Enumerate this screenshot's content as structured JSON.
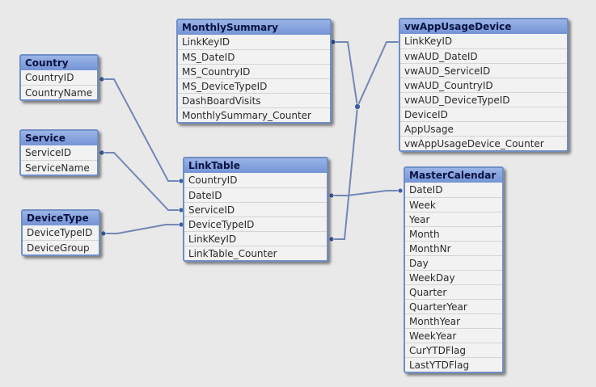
{
  "tables": {
    "country": {
      "title": "Country",
      "fields": [
        "CountryID",
        "CountryName"
      ]
    },
    "service": {
      "title": "Service",
      "fields": [
        "ServiceID",
        "ServiceName"
      ]
    },
    "devicetype": {
      "title": "DeviceType",
      "fields": [
        "DeviceTypeID",
        "DeviceGroup"
      ]
    },
    "monthly": {
      "title": "MonthlySummary",
      "fields": [
        "LinkKeyID",
        "MS_DateID",
        "MS_CountryID",
        "MS_DeviceTypeID",
        "DashBoardVisits",
        "MonthlySummary_Counter"
      ]
    },
    "linktable": {
      "title": "LinkTable",
      "fields": [
        "CountryID",
        "DateID",
        "ServiceID",
        "DeviceTypeID",
        "LinkKeyID",
        "LinkTable_Counter"
      ]
    },
    "vwapp": {
      "title": "vwAppUsageDevice",
      "fields": [
        "LinkKeyID",
        "vwAUD_DateID",
        "vwAUD_ServiceID",
        "vwAUD_CountryID",
        "vwAUD_DeviceTypeID",
        "DeviceID",
        "AppUsage",
        "vwAppUsageDevice_Counter"
      ]
    },
    "calendar": {
      "title": "MasterCalendar",
      "fields": [
        "DateID",
        "Week",
        "Year",
        "Month",
        "MonthNr",
        "Day",
        "WeekDay",
        "Quarter",
        "QuarterYear",
        "MonthYear",
        "WeekYear",
        "CurYTDFlag",
        "LastYTDFlag"
      ]
    }
  },
  "colors": {
    "connector": "#7188b5",
    "header": "#7f9bd9",
    "border": "#6f8fc6"
  }
}
